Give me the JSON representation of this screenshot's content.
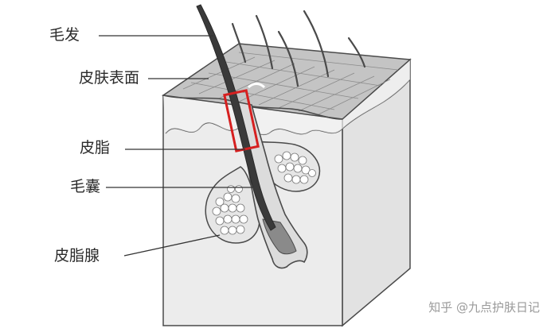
{
  "labels": {
    "hair": "毛发",
    "skin_surface": "皮肤表面",
    "sebum": "皮脂",
    "follicle": "毛囊",
    "sebaceous_gland": "皮脂腺"
  },
  "watermark": "知乎 @九点护肤日记",
  "colors": {
    "background": "#ffffff",
    "outline": "#4a4a4a",
    "front_face": "#ececec",
    "side_face": "#e0e0e0",
    "top_surface": "#c9c9c9",
    "hair": "#3a3a3a",
    "highlight_box": "#d62020",
    "leader_line": "#333333"
  }
}
